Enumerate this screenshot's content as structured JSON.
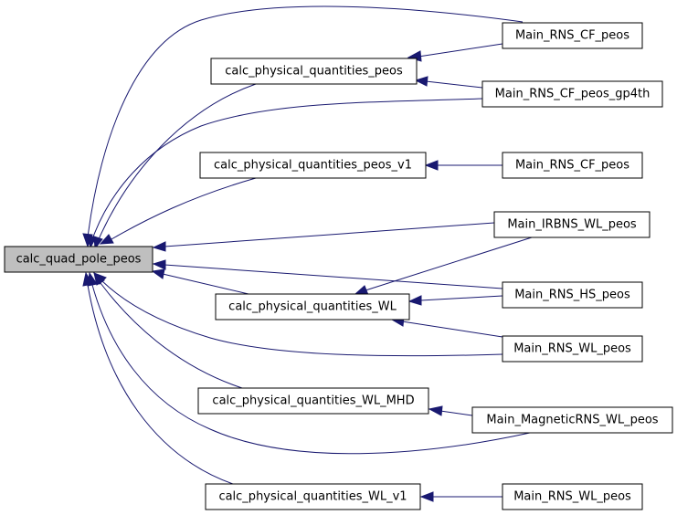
{
  "colors": {
    "edge": "#191970",
    "root_fill": "#bfbfbf",
    "node_fill": "#ffffff",
    "node_border": "#000000"
  },
  "nodes": {
    "root": "calc_quad_pole_peos",
    "cpq_peos": "calc_physical_quantities_peos",
    "cpq_peos_v1": "calc_physical_quantities_peos_v1",
    "cpq_wl": "calc_physical_quantities_WL",
    "cpq_wl_mhd": "calc_physical_quantities_WL_MHD",
    "cpq_wl_v1": "calc_physical_quantities_WL_v1",
    "main_cf_1": "Main_RNS_CF_peos",
    "main_cf_gp4th": "Main_RNS_CF_peos_gp4th",
    "main_cf_2": "Main_RNS_CF_peos",
    "main_irbns": "Main_IRBNS_WL_peos",
    "main_hs": "Main_RNS_HS_peos",
    "main_wl_1": "Main_RNS_WL_peos",
    "main_magnetic": "Main_MagneticRNS_WL_peos",
    "main_wl_2": "Main_RNS_WL_peos"
  },
  "edges": [
    {
      "from": "main_cf_1",
      "to": "root"
    },
    {
      "from": "main_cf_1",
      "to": "cpq_peos"
    },
    {
      "from": "main_cf_gp4th",
      "to": "cpq_peos"
    },
    {
      "from": "main_cf_gp4th",
      "to": "root"
    },
    {
      "from": "cpq_peos",
      "to": "root"
    },
    {
      "from": "cpq_peos_v1",
      "to": "root"
    },
    {
      "from": "main_cf_2",
      "to": "cpq_peos_v1"
    },
    {
      "from": "main_irbns",
      "to": "root"
    },
    {
      "from": "main_irbns",
      "to": "cpq_wl"
    },
    {
      "from": "main_hs",
      "to": "root"
    },
    {
      "from": "main_hs",
      "to": "cpq_wl"
    },
    {
      "from": "cpq_wl",
      "to": "root"
    },
    {
      "from": "main_wl_1",
      "to": "root"
    },
    {
      "from": "main_wl_1",
      "to": "cpq_wl"
    },
    {
      "from": "cpq_wl_mhd",
      "to": "root"
    },
    {
      "from": "main_magnetic",
      "to": "cpq_wl_mhd"
    },
    {
      "from": "main_magnetic",
      "to": "root"
    },
    {
      "from": "cpq_wl_v1",
      "to": "root"
    },
    {
      "from": "main_wl_2",
      "to": "cpq_wl_v1"
    }
  ]
}
